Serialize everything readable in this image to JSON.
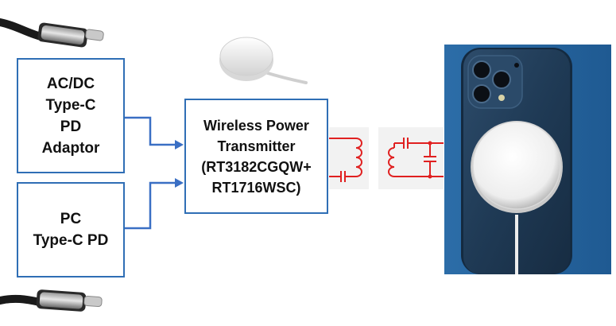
{
  "blocks": {
    "acdc": {
      "lines": [
        "AC/DC",
        "Type-C",
        "PD",
        "Adaptor"
      ]
    },
    "pc": {
      "lines": [
        "PC",
        "Type-C PD"
      ]
    },
    "transmitter": {
      "lines": [
        "Wireless Power",
        "Transmitter",
        "(RT3182CGQW+",
        "RT1716WSC)"
      ]
    }
  },
  "colors": {
    "box_border": "#2f6eb5",
    "arrow": "#3a6fc4",
    "coil": "#e02020",
    "phone_back": "#1f3a55"
  },
  "icons": {
    "usb_c_cable_top": "usb-c-cable-icon",
    "usb_c_cable_bottom": "usb-c-cable-icon",
    "magsafe_charger": "magsafe-charger-icon",
    "phone": "smartphone-with-magsafe-icon"
  }
}
